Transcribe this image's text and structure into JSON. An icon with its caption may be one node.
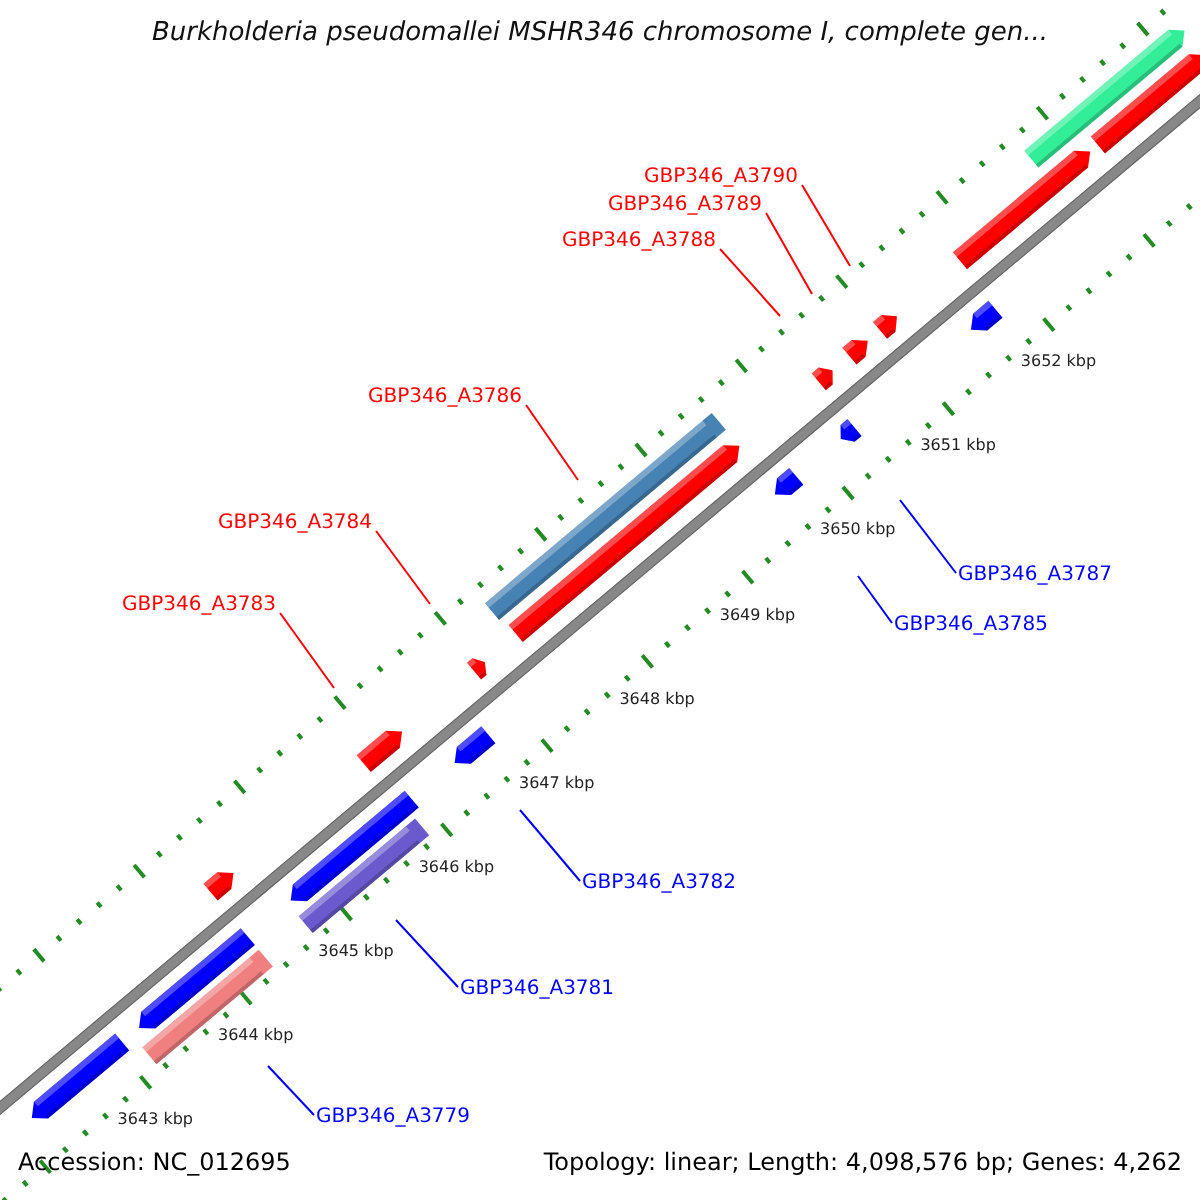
{
  "diagram": {
    "title": "Burkholderia pseudomallei MSHR346 chromosome I, complete gen...",
    "nodes": [
      {
        "text": [
          "GBP346_A3790"
        ]
      },
      {
        "text": [
          "GBP346_A3789"
        ]
      },
      {
        "text": [
          "GBP346_A3788"
        ]
      },
      {
        "text": [
          "GBP346_A3786"
        ]
      },
      {
        "text": [
          "GBP346_A3784"
        ]
      },
      {
        "text": [
          "GBP346_A3783"
        ]
      },
      {
        "text": [
          "GBP346_A3787"
        ]
      },
      {
        "text": [
          "GBP346_A3785"
        ]
      },
      {
        "text": [
          "GBP346_A3782"
        ]
      },
      {
        "text": [
          "GBP346_A3781"
        ]
      },
      {
        "text": [
          "GBP346_A3779"
        ]
      }
    ],
    "edges": [
      {
        "from": 0,
        "to": null,
        "arrow": "none",
        "color": "#ff0000"
      },
      {
        "from": 1,
        "to": null,
        "arrow": "none",
        "color": "#ff0000"
      },
      {
        "from": 2,
        "to": null,
        "arrow": "none",
        "color": "#ff0000"
      },
      {
        "from": 3,
        "to": null,
        "arrow": "none",
        "color": "#ff0000"
      },
      {
        "from": 4,
        "to": null,
        "arrow": "none",
        "color": "#ff0000"
      },
      {
        "from": 5,
        "to": null,
        "arrow": "none",
        "color": "#ff0000"
      },
      {
        "from": 6,
        "to": null,
        "arrow": "none",
        "color": "#0000ff"
      },
      {
        "from": 7,
        "to": null,
        "arrow": "none",
        "color": "#0000ff"
      },
      {
        "from": 8,
        "to": null,
        "arrow": "none",
        "color": "#0000ff"
      },
      {
        "from": 9,
        "to": null,
        "arrow": "none",
        "color": "#0000ff"
      },
      {
        "from": 10,
        "to": null,
        "arrow": "none",
        "color": "#0000ff"
      }
    ],
    "labels": [
      "3643 kbp",
      "3644 kbp",
      "3645 kbp",
      "3646 kbp",
      "3647 kbp",
      "3648 kbp",
      "3649 kbp",
      "3650 kbp",
      "3651 kbp",
      "3652 kbp",
      "Accession: NC_012695",
      "Topology: linear; Length: 4,098,576 bp; Genes: 4,262"
    ]
  }
}
